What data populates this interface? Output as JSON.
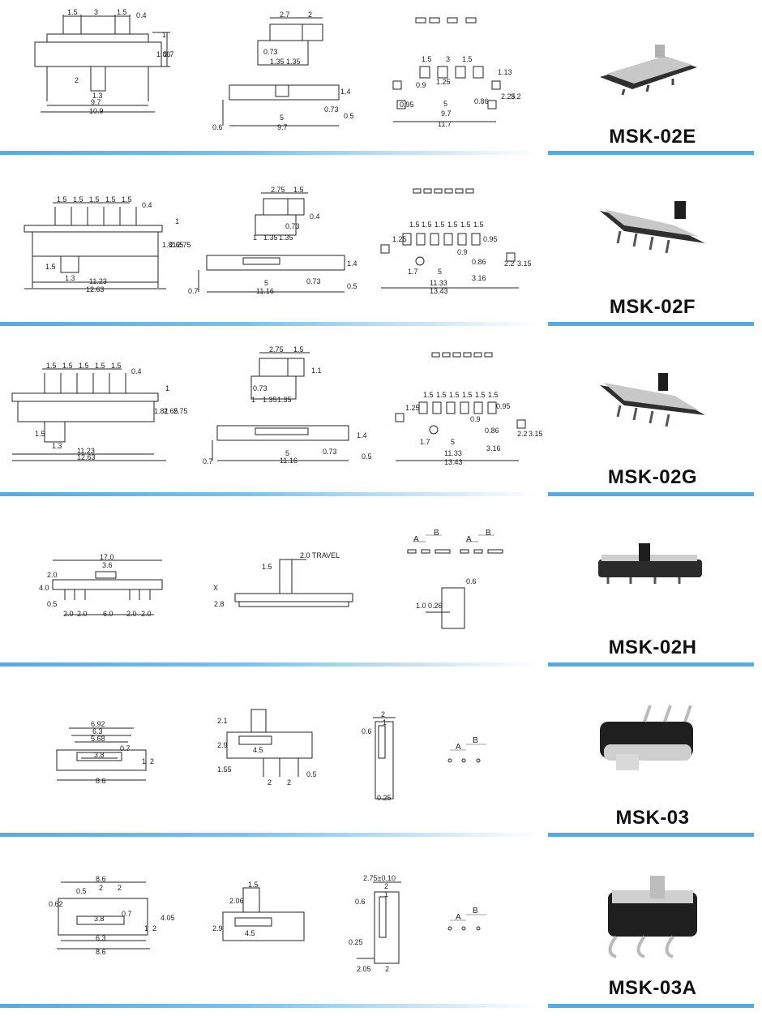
{
  "models": [
    {
      "name": "MSK-02E",
      "dims": {
        "a": [
          "1.5",
          "3",
          "1.5",
          "0.4",
          "1",
          "1.86",
          "2.7",
          "2",
          "1.3",
          "9.7",
          "10.9"
        ],
        "b": [
          "2.7",
          "2",
          "0.73",
          "1.35",
          "1.35",
          "1.4",
          "5",
          "0.73",
          "0.5",
          "0.6",
          "9.7"
        ],
        "c": [
          "1.5",
          "3",
          "1.5",
          "0.9",
          "1.25",
          "1.13",
          "0.95",
          "5",
          "0.86",
          "9.7",
          "2.25",
          "3.2",
          "11.7"
        ]
      }
    },
    {
      "name": "MSK-02F",
      "dims": {
        "a": [
          "1.5",
          "1.5",
          "1.5",
          "1.5",
          "1.5",
          "0.4",
          "1",
          "1.81",
          "2.65",
          "2.75",
          "1.5",
          "1.3",
          "11.23",
          "12.63"
        ],
        "b": [
          "2.75",
          "1.5",
          "0.4",
          "0.73",
          "1",
          "1.35",
          "1.35",
          "1.4",
          "5",
          "0.73",
          "0.7",
          "11.16",
          "0.5"
        ],
        "c": [
          "1.5",
          "1.5",
          "1.5",
          "1.5",
          "1.5",
          "1.5",
          "1.25",
          "0.95",
          "0.9",
          "0.86",
          "1.7",
          "5",
          "2.2",
          "3.15",
          "11.33",
          "3.16",
          "13.43"
        ]
      }
    },
    {
      "name": "MSK-02G",
      "dims": {
        "a": [
          "1.5",
          "1.5",
          "1.5",
          "1.5",
          "1.5",
          "0.4",
          "1",
          "1.81",
          "2.65",
          "2.75",
          "1.5",
          "1.3",
          "11.23",
          "12.63"
        ],
        "b": [
          "2.75",
          "1.5",
          "1.1",
          "0.73",
          "1",
          "1.35",
          "1.35",
          "1.4",
          "5",
          "0.73",
          "0.7",
          "11.16",
          "0.5"
        ],
        "c": [
          "1.5",
          "1.5",
          "1.5",
          "1.5",
          "1.5",
          "1.5",
          "1.25",
          "0.95",
          "0.9",
          "0.86",
          "1.7",
          "5",
          "2.2",
          "3.15",
          "11.33",
          "3.16",
          "13.43"
        ]
      }
    },
    {
      "name": "MSK-02H",
      "dims": {
        "a": [
          "17.0",
          "3.6",
          "2.0",
          "4.0",
          "0.5",
          "2.0",
          "2.0",
          "6.0",
          "2.0",
          "2.0"
        ],
        "b": [
          "2.0 TRAVEL",
          "1.5",
          "X",
          "2.8"
        ],
        "c": [
          "A",
          "B",
          "A",
          "B",
          "0.6",
          "1.0",
          "0.26"
        ]
      }
    },
    {
      "name": "MSK-03",
      "dims": {
        "a": [
          "6.92",
          "6.3",
          "5.68",
          "0.7",
          "3.8",
          "1",
          "2",
          "8.6"
        ],
        "b": [
          "2.1",
          "2.9",
          "1.55",
          "4.5",
          "2",
          "2",
          "0.5"
        ],
        "c": [
          "2",
          "0.6",
          "1",
          "0.25"
        ],
        "d": [
          "A",
          "B"
        ]
      }
    },
    {
      "name": "MSK-03A",
      "dims": {
        "a": [
          "8.6",
          "0.5",
          "2",
          "2",
          "0.62",
          "3.8",
          "0.7",
          "4.05",
          "1",
          "2",
          "6.3",
          "8.6"
        ],
        "b": [
          "1.5",
          "2.06",
          "2.9",
          "4.5"
        ],
        "c": [
          "2.75±0.10",
          "2",
          "1",
          "0.6",
          "0.25",
          "2.05",
          "2"
        ],
        "d": [
          "A",
          "B"
        ]
      }
    }
  ],
  "colors": {
    "separator": "#5aa9dc",
    "body": "#3a3a3a",
    "housing": "#c9c9c9",
    "pins": "#444444"
  }
}
